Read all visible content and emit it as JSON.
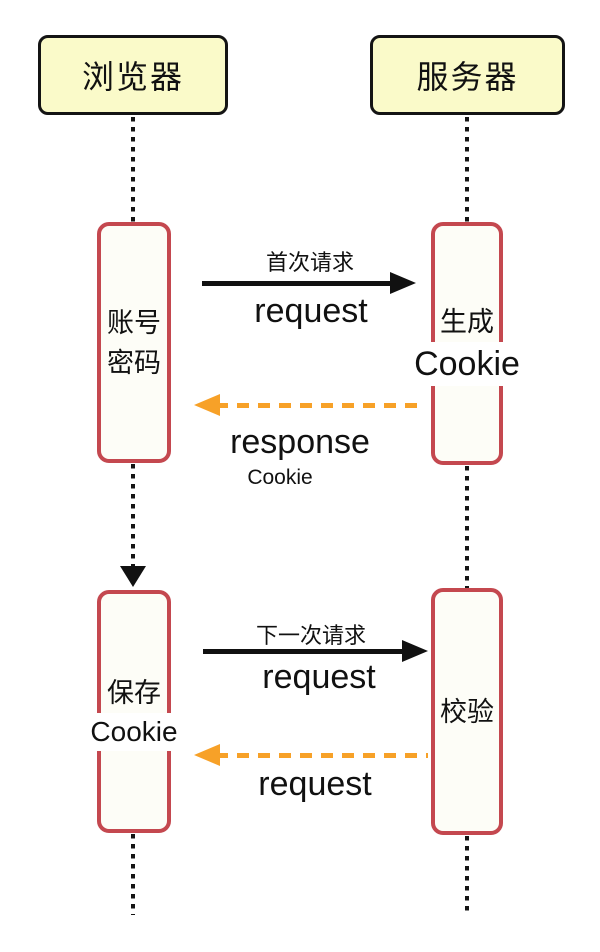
{
  "colors": {
    "actor-fill": "#fafac9",
    "actor-border": "#141414",
    "activation-border": "#c4484f",
    "activation-fill": "#fdfdf7",
    "solid-arrow": "#111111",
    "dashed-arrow": "#f7a128",
    "text": "#111111"
  },
  "actors": [
    {
      "label": "浏览器"
    },
    {
      "label": "服务器"
    }
  ],
  "activations": [
    {
      "lines": [
        "账号",
        "密码"
      ]
    },
    {
      "lines": [
        "生成",
        "Cookie"
      ]
    },
    {
      "lines": [
        "保存",
        "Cookie"
      ]
    },
    {
      "lines": [
        "校验"
      ]
    }
  ],
  "messages": [
    {
      "title": "首次请求",
      "label": "request",
      "direction": "right",
      "style": "solid"
    },
    {
      "label": "response",
      "sublabel": "Cookie",
      "direction": "left",
      "style": "dashed"
    },
    {
      "title": "下一次请求",
      "label": "request",
      "direction": "right",
      "style": "solid"
    },
    {
      "label": "request",
      "direction": "left",
      "style": "dashed"
    }
  ]
}
